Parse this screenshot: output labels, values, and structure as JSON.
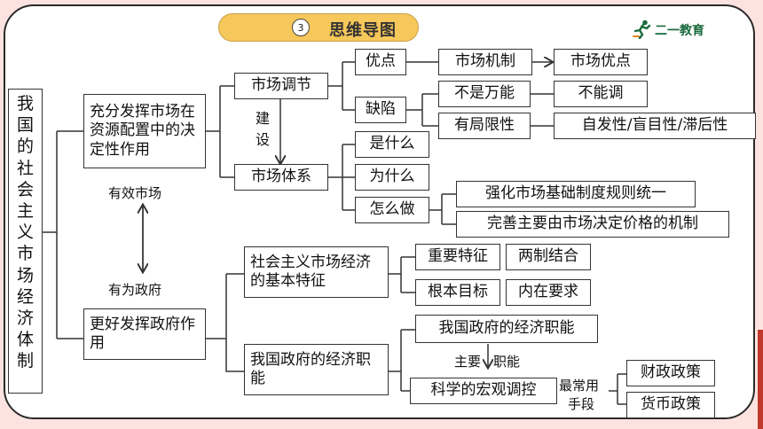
{
  "title": {
    "number": "3",
    "text": "思维导图"
  },
  "logo": {
    "text": "二一教育",
    "icon": "runner-icon"
  },
  "root": "我国的社会主义市场经济体制",
  "branch1": {
    "label": "充分发挥市场在资源配置中的决定性作用",
    "market_regulation": "市场调节",
    "advantages": "优点",
    "market_mechanism": "市场机制",
    "market_advantages": "市场优点",
    "defects": "缺陷",
    "not_omnipotent": "不是万能",
    "cannot_regulate": "不能调",
    "limitations": "有局限性",
    "limitation_detail": "自发性/盲目性/滞后性",
    "build_label": "建设",
    "market_system": "市场体系",
    "what": "是什么",
    "why": "为什么",
    "how": "怎么做",
    "how_1": "强化市场基础制度规则统一",
    "how_2": "完善主要由市场决定价格的机制"
  },
  "link": {
    "top": "有效市场",
    "bottom": "有为政府"
  },
  "branch2": {
    "label": "更好发挥政府作用",
    "basic_features": "社会主义市场经济的基本特征",
    "important_feature": "重要特征",
    "combination": "两制结合",
    "fundamental_goal": "根本目标",
    "inherent_requirement": "内在要求",
    "gov_functions": "我国政府的经济职能",
    "gov_functions_node": "我国政府的经济职能",
    "arrow_left": "主要",
    "arrow_right": "职能",
    "macro_control": "科学的宏观调控",
    "most_common": "最常用",
    "means": "手段",
    "fiscal_policy": "财政政策",
    "monetary_policy": "货币政策"
  }
}
